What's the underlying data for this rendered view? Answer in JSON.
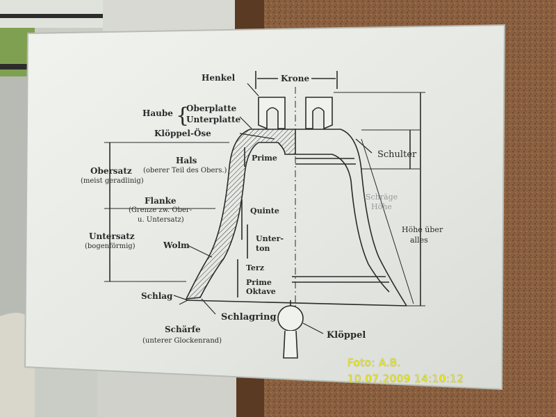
{
  "labels": {
    "henkel": "Henkel",
    "krone": "Krone",
    "haube": "Haube",
    "oberplatte": "Oberplatte",
    "unterplatte": "Unterplatte",
    "kloeppel_oese": "Klöppel-Öse",
    "hals": "Hals",
    "hals_sub": "(oberer Teil des Obers.)",
    "prime": "Prime",
    "obersatz": "Obersatz",
    "obersatz_sub": "(meist geradlinig)",
    "flanke": "Flanke",
    "flanke_sub1": "(Grenze zw. Ober-",
    "flanke_sub2": "u. Untersatz)",
    "quinte": "Quinte",
    "untersatz": "Untersatz",
    "untersatz_sub": "(bogenförmig)",
    "unterton1": "Unter-",
    "unterton2": "ton",
    "wolm": "Wolm",
    "terz": "Terz",
    "prime_oktave1": "Prime",
    "prime_oktave2": "Oktave",
    "schlag": "Schlag",
    "schlagring": "Schlagring",
    "schaerfe": "Schärfe",
    "schaerfe_sub": "(unterer Glockenrand)",
    "kloeppel": "Klöppel",
    "schulter": "Schulter",
    "schraege1": "Schräge",
    "schraege2": "Höhe",
    "hoehe1": "Höhe über",
    "hoehe2": "alles"
  },
  "stamp": {
    "credit": "Foto: A.B.",
    "datetime": "10.07.2009 14:10:12"
  },
  "colors": {
    "board": "#e9ebe6",
    "ink": "#2a2a2a",
    "stamp": "#f2f000",
    "cork": "#8a6040"
  }
}
